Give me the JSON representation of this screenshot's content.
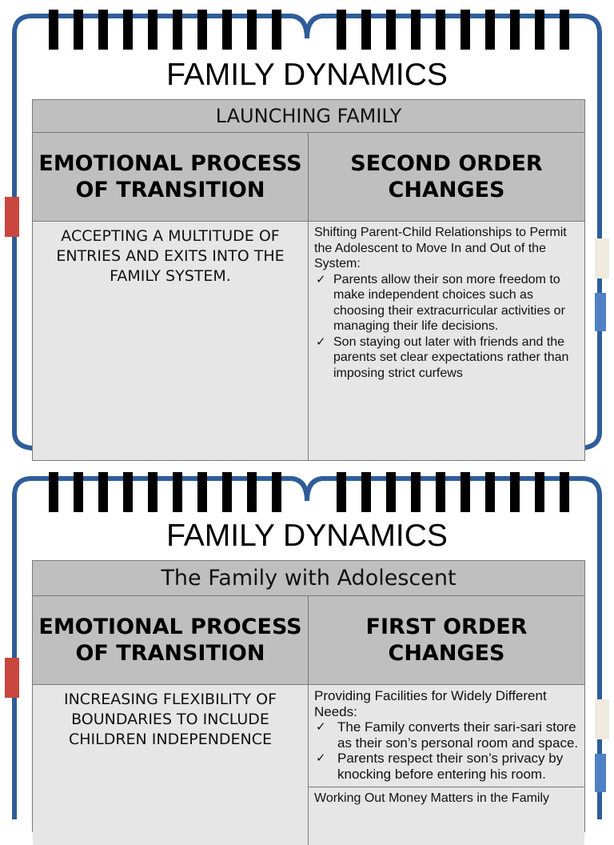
{
  "colors": {
    "frame": "#2e5d9a",
    "header_bg": "#bfbfbf",
    "body_bg": "#e6e6e6",
    "tab_red": "#c9473f",
    "tab_cream": "#eeeade",
    "tab_blue": "#4f81c7"
  },
  "icons": {
    "check": "✓"
  },
  "slide1": {
    "title": "FAMILY DYNAMICS",
    "subtitle": "LAUNCHING FAMILY",
    "header_left": "EMOTIONAL PROCESS OF TRANSITION",
    "header_right": "SECOND ORDER CHANGES",
    "process": "ACCEPTING A MULTITUDE OF ENTRIES AND EXITS INTO THE FAMILY SYSTEM.",
    "changes_intro": "Shifting Parent-Child Relationships to Permit the Adolescent to Move In and Out of the System:",
    "changes_items": [
      "Parents allow their son more freedom to make independent choices such as choosing their extracurricular activities or managing their life decisions.",
      "Son staying out later with friends and the parents set clear expectations rather than imposing strict curfews"
    ]
  },
  "slide2": {
    "title": "FAMILY DYNAMICS",
    "subtitle": "The Family with Adolescent",
    "header_left": "EMOTIONAL PROCESS OF TRANSITION",
    "header_right": "FIRST ORDER CHANGES",
    "process": "INCREASING FLEXIBILITY OF BOUNDARIES TO INCLUDE CHILDREN INDEPENDENCE",
    "changes_intro": "Providing Facilities for Widely Different Needs:",
    "changes_items": [
      "The Family converts their sari-sari store as their son’s personal room and space.",
      "Parents respect their son’s privacy by knocking before entering his room."
    ],
    "changes_next_intro": "Working Out Money Matters in the Family"
  }
}
